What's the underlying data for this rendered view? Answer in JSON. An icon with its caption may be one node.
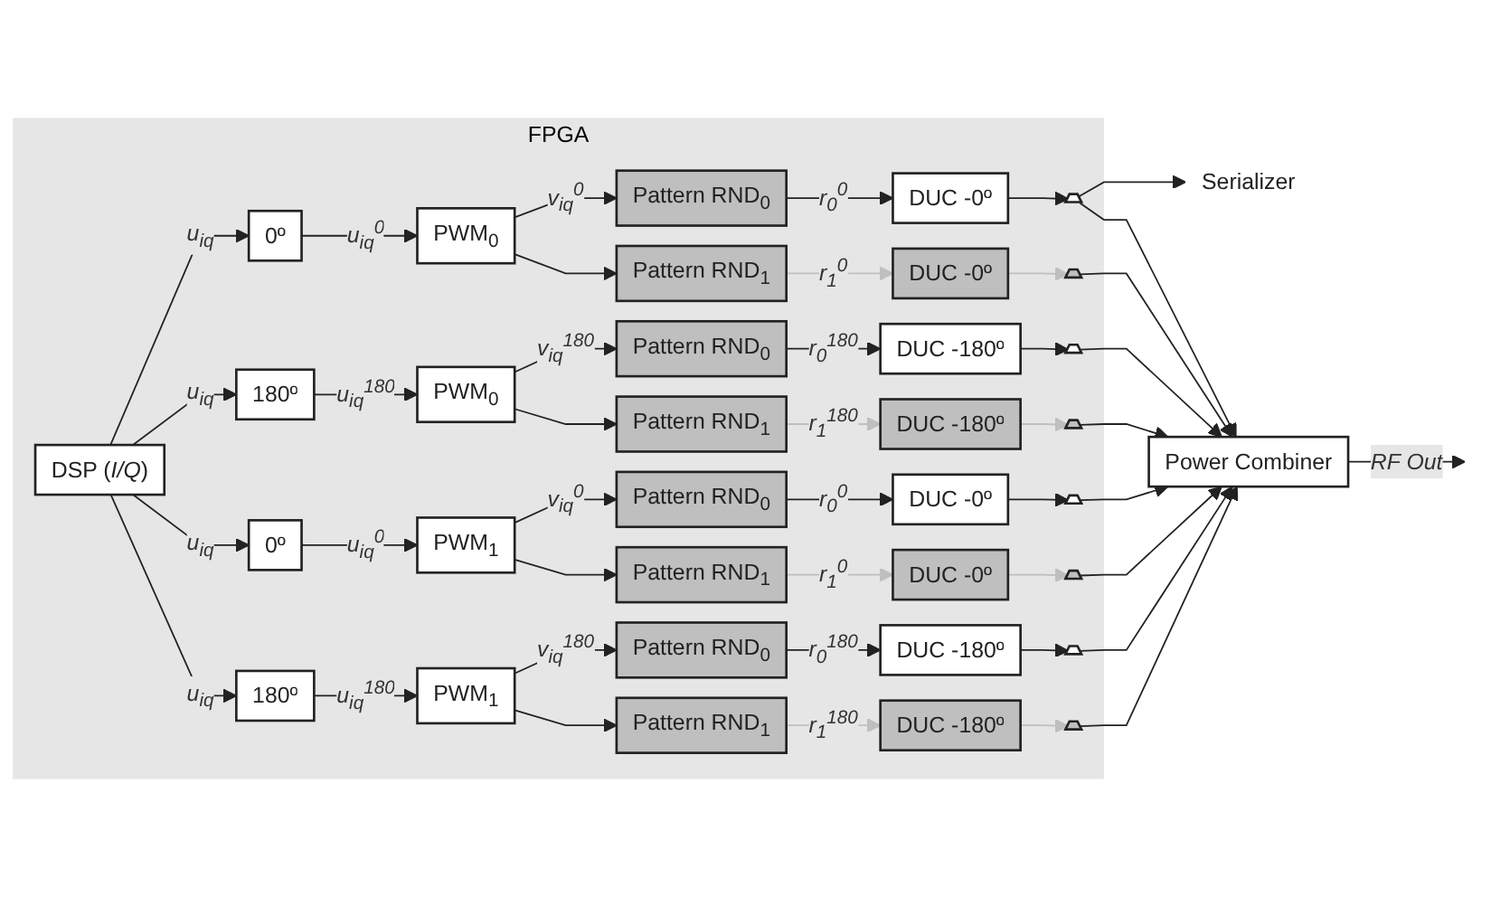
{
  "diagram": {
    "nodes": [
      {
        "text": [
          "FPGA"
        ]
      },
      {
        "text": [
          "DSP (*I/Q*)"
        ],
        "in": 0
      },
      {
        "text": [
          "0º"
        ],
        "in": 0
      },
      {
        "text": [
          "PWM$_{0}$"
        ],
        "in": 0
      },
      {
        "text": [
          "Pattern RND$_{0}$"
        ],
        "in": 0
      },
      {
        "text": [
          "Pattern RND$_{1}$"
        ],
        "in": 0
      },
      {
        "text": [
          "DUC -0º"
        ],
        "in": 0
      },
      {
        "text": [
          "DUC -0º"
        ],
        "in": 0
      },
      {
        "text": [],
        "shape": "trapezoid",
        "in": 0
      },
      {
        "text": [],
        "shape": "trapezoid",
        "in": 0
      },
      {
        "text": [
          "180º"
        ],
        "in": 0
      },
      {
        "text": [
          "PWM$_{0}$"
        ],
        "in": 0
      },
      {
        "text": [
          "Pattern RND$_{0}$"
        ],
        "in": 0
      },
      {
        "text": [
          "Pattern RND$_{1}$"
        ],
        "in": 0
      },
      {
        "text": [
          "DUC -180º"
        ],
        "in": 0
      },
      {
        "text": [
          "DUC -180º"
        ],
        "in": 0
      },
      {
        "text": [],
        "shape": "trapezoid",
        "in": 0
      },
      {
        "text": [],
        "shape": "trapezoid",
        "in": 0
      },
      {
        "text": [
          "0º"
        ],
        "in": 0
      },
      {
        "text": [
          "PWM$_{1}$"
        ],
        "in": 0
      },
      {
        "text": [
          "Pattern RND$_{0}$"
        ],
        "in": 0
      },
      {
        "text": [
          "Pattern RND$_{1}$"
        ],
        "in": 0
      },
      {
        "text": [
          "DUC -0º"
        ],
        "in": 0
      },
      {
        "text": [
          "DUC -0º"
        ],
        "in": 0
      },
      {
        "text": [],
        "shape": "trapezoid",
        "in": 0
      },
      {
        "text": [],
        "shape": "trapezoid",
        "in": 0
      },
      {
        "text": [
          "180º"
        ],
        "in": 0
      },
      {
        "text": [
          "PWM$_{1}$"
        ],
        "in": 0
      },
      {
        "text": [
          "Pattern RND$_{0}$"
        ],
        "in": 0
      },
      {
        "text": [
          "Pattern RND$_{1}$"
        ],
        "in": 0
      },
      {
        "text": [
          "DUC -180º"
        ],
        "in": 0
      },
      {
        "text": [
          "DUC -180º"
        ],
        "in": 0
      },
      {
        "text": [],
        "shape": "trapezoid",
        "in": 0
      },
      {
        "text": [],
        "shape": "trapezoid",
        "in": 0
      },
      {
        "text": [
          "Serializer"
        ]
      },
      {
        "text": [
          "Power Combiner"
        ]
      }
    ],
    "edges": [
      {
        "from": 1,
        "to": 2,
        "arrow": "to",
        "label": "u$_{iq}$"
      },
      {
        "from": 2,
        "to": 3,
        "arrow": "to",
        "label": "u$_{iq}$$^{0}$"
      },
      {
        "from": 3,
        "to": 4,
        "arrow": "to",
        "label": "v$_{iq}$$^{0}$"
      },
      {
        "from": 3,
        "to": 5,
        "arrow": "to"
      },
      {
        "from": 4,
        "to": 6,
        "arrow": "to",
        "label": "r$_{0}$$^{0}$"
      },
      {
        "from": 5,
        "to": 7,
        "arrow": "to",
        "label": "r$_{1}$$^{0}$",
        "color": "#bfbfbf"
      },
      {
        "from": 6,
        "to": 8,
        "arrow": "to"
      },
      {
        "from": 7,
        "to": 9,
        "arrow": "to",
        "color": "#bfbfbf"
      },
      {
        "from": 1,
        "to": 10,
        "arrow": "to",
        "label": "u$_{iq}$"
      },
      {
        "from": 10,
        "to": 11,
        "arrow": "to",
        "label": "u$_{iq}$$^{180}$"
      },
      {
        "from": 11,
        "to": 12,
        "arrow": "to",
        "label": "v$_{iq}$$^{180}$"
      },
      {
        "from": 11,
        "to": 13,
        "arrow": "to"
      },
      {
        "from": 12,
        "to": 14,
        "arrow": "to",
        "label": "r$_{0}$$^{180}$"
      },
      {
        "from": 13,
        "to": 15,
        "arrow": "to",
        "label": "r$_{1}$$^{180}$",
        "color": "#bfbfbf"
      },
      {
        "from": 14,
        "to": 16,
        "arrow": "to"
      },
      {
        "from": 15,
        "to": 17,
        "arrow": "to",
        "color": "#bfbfbf"
      },
      {
        "from": 1,
        "to": 18,
        "arrow": "to",
        "label": "u$_{iq}$"
      },
      {
        "from": 18,
        "to": 19,
        "arrow": "to",
        "label": "u$_{iq}$$^{0}$"
      },
      {
        "from": 19,
        "to": 20,
        "arrow": "to",
        "label": "v$_{iq}$$^{0}$"
      },
      {
        "from": 19,
        "to": 21,
        "arrow": "to"
      },
      {
        "from": 20,
        "to": 22,
        "arrow": "to",
        "label": "r$_{0}$$^{0}$"
      },
      {
        "from": 21,
        "to": 23,
        "arrow": "to",
        "label": "r$_{1}$$^{0}$",
        "color": "#bfbfbf"
      },
      {
        "from": 22,
        "to": 24,
        "arrow": "to"
      },
      {
        "from": 23,
        "to": 25,
        "arrow": "to",
        "color": "#bfbfbf"
      },
      {
        "from": 1,
        "to": 26,
        "arrow": "to",
        "label": "u$_{iq}$"
      },
      {
        "from": 26,
        "to": 27,
        "arrow": "to",
        "label": "u$_{iq}$$^{180}$"
      },
      {
        "from": 27,
        "to": 28,
        "arrow": "to",
        "label": "v$_{iq}$$^{180}$"
      },
      {
        "from": 27,
        "to": 29,
        "arrow": "to"
      },
      {
        "from": 28,
        "to": 30,
        "arrow": "to",
        "label": "r$_{0}$$^{180}$"
      },
      {
        "from": 29,
        "to": 31,
        "arrow": "to",
        "label": "r$_{1}$$^{180}$",
        "color": "#bfbfbf"
      },
      {
        "from": 30,
        "to": 32,
        "arrow": "to"
      },
      {
        "from": 31,
        "to": 33,
        "arrow": "to",
        "color": "#bfbfbf"
      },
      {
        "from": 8,
        "to": 34,
        "arrow": "to"
      },
      {
        "from": 8,
        "to": 35,
        "arrow": "to"
      },
      {
        "from": 9,
        "to": 35,
        "arrow": "to"
      },
      {
        "from": 16,
        "to": 35,
        "arrow": "to"
      },
      {
        "from": 17,
        "to": 35,
        "arrow": "to"
      },
      {
        "from": 24,
        "to": 35,
        "arrow": "to"
      },
      {
        "from": 25,
        "to": 35,
        "arrow": "to"
      },
      {
        "from": 32,
        "to": 35,
        "arrow": "to"
      },
      {
        "from": 33,
        "to": 35,
        "arrow": "to"
      },
      {
        "from": 35,
        "to": null,
        "arrow": "to",
        "label": "RF Out"
      }
    ]
  }
}
